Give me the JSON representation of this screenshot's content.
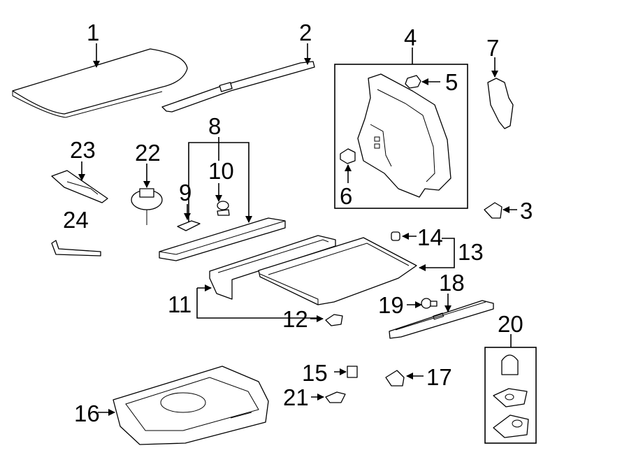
{
  "callouts": {
    "c1": "1",
    "c2": "2",
    "c3": "3",
    "c4": "4",
    "c5": "5",
    "c6": "6",
    "c7": "7",
    "c8": "8",
    "c9": "9",
    "c10": "10",
    "c11": "11",
    "c12": "12",
    "c13": "13",
    "c14": "14",
    "c15": "15",
    "c16": "16",
    "c17": "17",
    "c18": "18",
    "c19": "19",
    "c20": "20",
    "c21": "21",
    "c22": "22",
    "c23": "23",
    "c24": "24"
  },
  "colors": {
    "line": "#000000",
    "background": "#ffffff",
    "shade": "#e6e6e6"
  }
}
